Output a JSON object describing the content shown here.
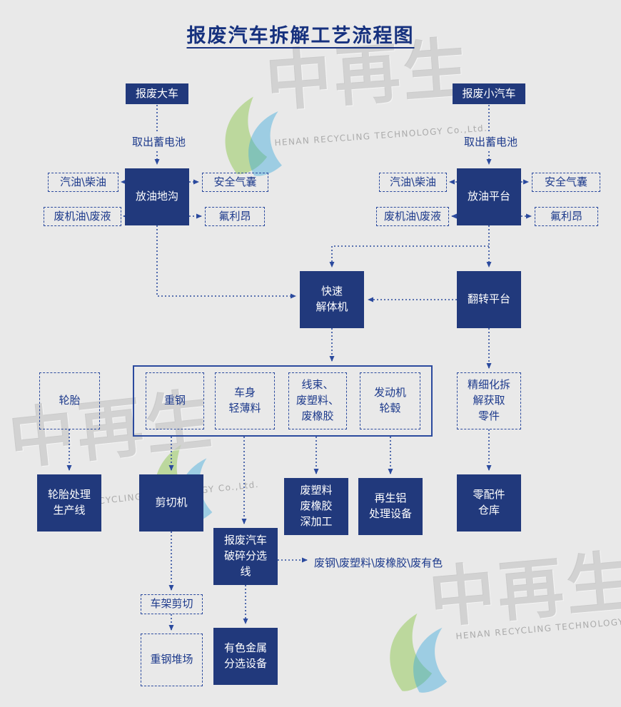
{
  "title": "报废汽车拆解工艺流程图",
  "watermark": {
    "brand": "中再生",
    "subtitle": "HENAN RECYCLING TECHNOLOGY Co.,Ltd."
  },
  "colors": {
    "background": "#e9e9e9",
    "box_fill": "#21397c",
    "box_text": "#ffffff",
    "line_blue": "#2b4a9e",
    "text_blue": "#1d3a8c",
    "title_blue": "#16317e",
    "logo_green": "#86c440",
    "logo_blue": "#35a8dc"
  },
  "nodes": {
    "truck": "报废大车",
    "small_car": "报废小汽车",
    "battery_left": "取出蓄电池",
    "battery_right": "取出蓄电池",
    "oil_pit": "放油地沟",
    "oil_platform": "放油平台",
    "gasoline_l": "汽油\\柴油",
    "waste_oil_l": "废机油\\废液",
    "airbag_l": "安全气囊",
    "freon_l": "氟利昂",
    "gasoline_r": "汽油\\柴油",
    "waste_oil_r": "废机油\\废液",
    "airbag_r": "安全气囊",
    "freon_r": "氟利昂",
    "fast_dismantler": "快速\n解体机",
    "flip_platform": "翻转平台",
    "tire": "轮胎",
    "heavy_steel": "重钢",
    "body_light": "车身\n轻薄料",
    "harness": "线束、\n废塑料、\n废橡胶",
    "engine_hub": "发动机\n轮毂",
    "fine_parts": "精细化拆\n解获取\n零件",
    "tire_line": "轮胎处理\n生产线",
    "shear": "剪切机",
    "plastic_proc": "废塑料\n废橡胶\n深加工",
    "alu_equip": "再生铝\n处理设备",
    "parts_store": "零配件\n仓库",
    "crush_line": "报废汽车\n破碎分选\n线",
    "crush_out": "废钢\\废塑料\\废橡胶\\废有色",
    "frame_shear": "车架剪切",
    "steel_yard": "重钢堆场",
    "nonferrous": "有色金属\n分选设备"
  }
}
